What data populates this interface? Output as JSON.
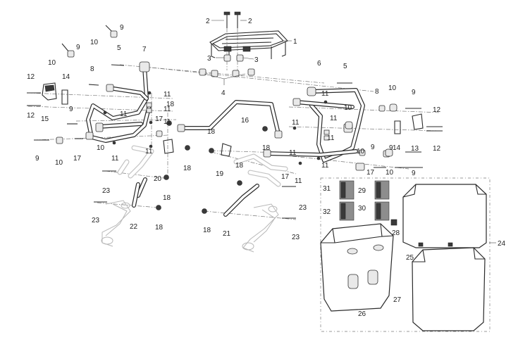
{
  "diagram": {
    "callouts": [
      {
        "id": "c2a",
        "text": "2"
      },
      {
        "id": "c2b",
        "text": "2"
      },
      {
        "id": "c1",
        "text": "1"
      },
      {
        "id": "c3a",
        "text": "3"
      },
      {
        "id": "c3b",
        "text": "3"
      },
      {
        "id": "c4",
        "text": "4"
      },
      {
        "id": "c9a",
        "text": "9"
      },
      {
        "id": "c10a",
        "text": "10"
      },
      {
        "id": "c9b",
        "text": "9"
      },
      {
        "id": "c10b",
        "text": "10"
      },
      {
        "id": "c5",
        "text": "5"
      },
      {
        "id": "c7",
        "text": "7"
      },
      {
        "id": "c8a",
        "text": "8"
      },
      {
        "id": "c12a",
        "text": "12"
      },
      {
        "id": "c12b",
        "text": "12"
      },
      {
        "id": "c14a",
        "text": "14"
      },
      {
        "id": "c15",
        "text": "15"
      },
      {
        "id": "c9c",
        "text": "9"
      },
      {
        "id": "c11a",
        "text": "11"
      },
      {
        "id": "c11b",
        "text": "11"
      },
      {
        "id": "c11c",
        "text": "11"
      },
      {
        "id": "c11d",
        "text": "11"
      },
      {
        "id": "c18a",
        "text": "18"
      },
      {
        "id": "c17a",
        "text": "17"
      },
      {
        "id": "c16",
        "text": "16"
      },
      {
        "id": "c6",
        "text": "6"
      },
      {
        "id": "c5b",
        "text": "5"
      },
      {
        "id": "c11e",
        "text": "11"
      },
      {
        "id": "c8b",
        "text": "8"
      },
      {
        "id": "c10c",
        "text": "10"
      },
      {
        "id": "c9d",
        "text": "9"
      },
      {
        "id": "c12c",
        "text": "12"
      },
      {
        "id": "c12d",
        "text": "12"
      },
      {
        "id": "c10d",
        "text": "10"
      },
      {
        "id": "c11f",
        "text": "11"
      },
      {
        "id": "c11g",
        "text": "11"
      },
      {
        "id": "c9e",
        "text": "9"
      },
      {
        "id": "c10e",
        "text": "10"
      },
      {
        "id": "c17b",
        "text": "17"
      },
      {
        "id": "c10f",
        "text": "10"
      },
      {
        "id": "c11h",
        "text": "11"
      },
      {
        "id": "c11i",
        "text": "11"
      },
      {
        "id": "c18b",
        "text": "18"
      },
      {
        "id": "c19",
        "text": "19"
      },
      {
        "id": "c18c",
        "text": "18"
      },
      {
        "id": "c17c",
        "text": "17"
      },
      {
        "id": "c18d",
        "text": "18"
      },
      {
        "id": "c11j",
        "text": "11"
      },
      {
        "id": "c9f",
        "text": "9"
      },
      {
        "id": "c14b",
        "text": "14"
      },
      {
        "id": "c13",
        "text": "13"
      },
      {
        "id": "c9g",
        "text": "9"
      },
      {
        "id": "c10g",
        "text": "10"
      },
      {
        "id": "c9h",
        "text": "9"
      },
      {
        "id": "c10h",
        "text": "10"
      },
      {
        "id": "c17d",
        "text": "17"
      },
      {
        "id": "c11k",
        "text": "11"
      },
      {
        "id": "c11l",
        "text": "11"
      },
      {
        "id": "c18e",
        "text": "18"
      },
      {
        "id": "c20",
        "text": "20"
      },
      {
        "id": "c23a",
        "text": "23"
      },
      {
        "id": "c18f",
        "text": "18"
      },
      {
        "id": "c23b",
        "text": "23"
      },
      {
        "id": "c22",
        "text": "22"
      },
      {
        "id": "c18g",
        "text": "18"
      },
      {
        "id": "c11m",
        "text": "11"
      },
      {
        "id": "c23c",
        "text": "23"
      },
      {
        "id": "c18h",
        "text": "18"
      },
      {
        "id": "c21",
        "text": "21"
      },
      {
        "id": "c23d",
        "text": "23"
      },
      {
        "id": "c31",
        "text": "31"
      },
      {
        "id": "c29",
        "text": "29"
      },
      {
        "id": "c32",
        "text": "32"
      },
      {
        "id": "c30",
        "text": "30"
      },
      {
        "id": "c28",
        "text": "28"
      },
      {
        "id": "c24",
        "text": "24"
      },
      {
        "id": "c25",
        "text": "25"
      },
      {
        "id": "c26",
        "text": "26"
      },
      {
        "id": "c27",
        "text": "27"
      }
    ]
  }
}
